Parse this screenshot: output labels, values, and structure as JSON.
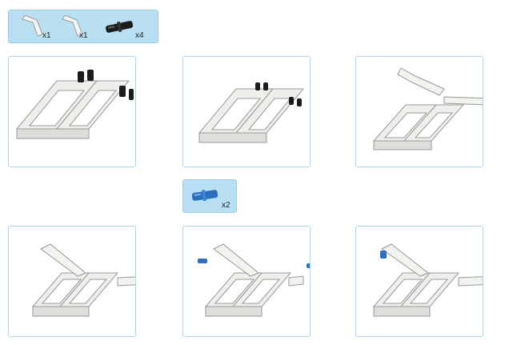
{
  "callouts": [
    {
      "parts": [
        {
          "icon": "white-bent-beam-icon",
          "qty": "x1"
        },
        {
          "icon": "white-bent-beam-icon",
          "qty": "x1"
        },
        {
          "icon": "black-friction-pin-icon",
          "qty": "x4"
        }
      ]
    },
    {
      "parts": [
        {
          "icon": "blue-axle-pin-icon",
          "qty": "x2"
        }
      ]
    }
  ],
  "colors": {
    "callout_bg": "#b9dff3",
    "frame_border": "#a9d4ea",
    "beam_white": "#f2f2ef",
    "pin_black": "#1c1c1c",
    "pin_blue": "#2a6fc0"
  }
}
